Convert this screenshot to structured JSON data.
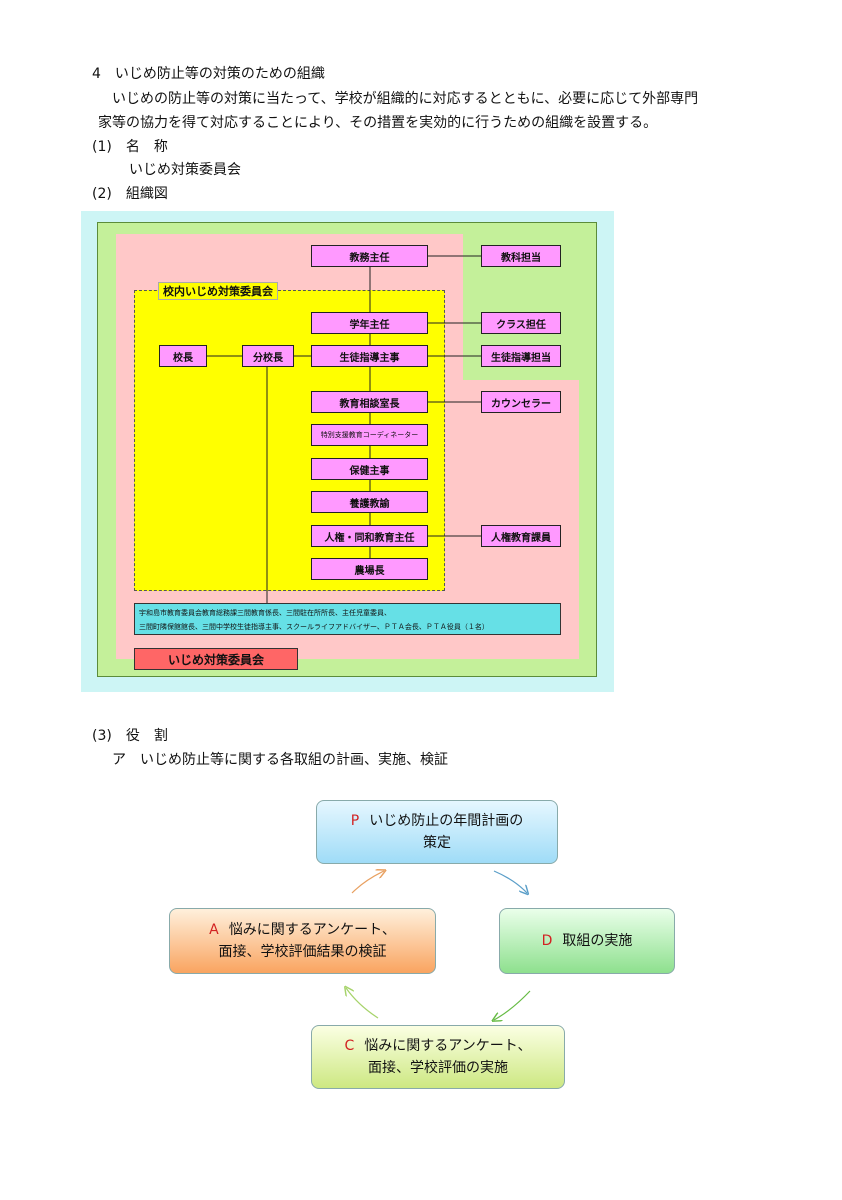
{
  "section": {
    "heading": "4　いじめ防止等の対策のための組織",
    "intro_line1": "いじめの防止等の対策に当たって、学校が組織的に対応するとともに、必要に応じて外部専門",
    "intro_line2": "家等の協力を得て対応することにより、その措置を実効的に行うための組織を設置する。",
    "item1_label": "(1)　名　称",
    "item1_value": "いじめ対策委員会",
    "item2_label": "(2)　組織図",
    "item3_label": "(3)　役　割",
    "item3_sub": "ア　いじめ防止等に関する各取組の計画、実施、検証"
  },
  "org": {
    "inner_title": "校内いじめ対策委員会",
    "principal": "校長",
    "branch_principal": "分校長",
    "academic_head": "教務主任",
    "subject_staff": "教科担当",
    "grade_head": "学年主任",
    "class_teacher": "クラス担任",
    "guidance_head": "生徒指導主事",
    "guidance_staff": "生徒指導担当",
    "counseling_head": "教育相談室長",
    "counselor": "カウンセラー",
    "special_coordinator": "特別支援教育コーディネーター",
    "health_head": "保健主事",
    "nurse": "養護教諭",
    "human_rights_head": "人権・同和教育主任",
    "human_rights_staff": "人権教育課員",
    "farm_head": "農場長",
    "members_line1": "宇和島市教育委員会教育総務課三間教育係長、三間駐在所所長、主任児童委員、",
    "members_line2": "三間町隣保館館長、三間中学校生徒指導主事、スクールライフアドバイザー、ＰＴＡ会長、ＰＴＡ役員（１名）",
    "committee": "いじめ対策委員会"
  },
  "pdca": {
    "p_letter": "P",
    "p_line1": "いじめ防止の年間計画の",
    "p_line2": "策定",
    "d_letter": "D",
    "d_text": "取組の実施",
    "c_letter": "C",
    "c_line1": "悩みに関するアンケート、",
    "c_line2": "面接、学校評価の実施",
    "a_letter": "A",
    "a_line1": "悩みに関するアンケート、",
    "a_line2": "面接、学校評価結果の検証",
    "letter_color": "#d22222"
  }
}
